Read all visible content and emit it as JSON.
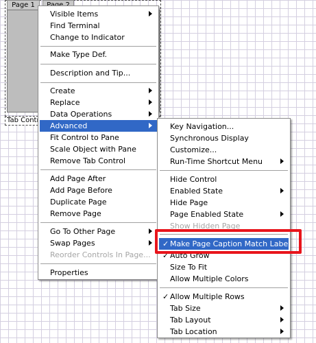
{
  "tab_control": {
    "tabs": [
      "Page 1",
      "Page 2"
    ],
    "label": "Tab Control"
  },
  "main_menu": {
    "items": [
      {
        "label": "Visible Items",
        "submenu": true
      },
      {
        "label": "Find Terminal"
      },
      {
        "label": "Change to Indicator"
      },
      {
        "label": "Make Type Def."
      },
      {
        "label": "Description and Tip..."
      },
      {
        "label": "Create",
        "submenu": true
      },
      {
        "label": "Replace",
        "submenu": true
      },
      {
        "label": "Data Operations",
        "submenu": true
      },
      {
        "label": "Advanced",
        "submenu": true,
        "highlighted": true
      },
      {
        "label": "Fit Control to Pane"
      },
      {
        "label": "Scale Object with Pane"
      },
      {
        "label": "Remove Tab Control"
      },
      {
        "label": "Add Page After"
      },
      {
        "label": "Add Page Before"
      },
      {
        "label": "Duplicate Page"
      },
      {
        "label": "Remove Page"
      },
      {
        "label": "Go To Other Page",
        "submenu": true
      },
      {
        "label": "Swap Pages",
        "submenu": true
      },
      {
        "label": "Reorder Controls In Page...",
        "disabled": true
      },
      {
        "label": "Properties"
      }
    ]
  },
  "advanced_menu": {
    "items": [
      {
        "label": "Key Navigation..."
      },
      {
        "label": "Synchronous Display"
      },
      {
        "label": "Customize..."
      },
      {
        "label": "Run-Time Shortcut Menu",
        "submenu": true
      },
      {
        "label": "Hide Control"
      },
      {
        "label": "Enabled State",
        "submenu": true
      },
      {
        "label": "Hide Page"
      },
      {
        "label": "Page Enabled State",
        "submenu": true
      },
      {
        "label": "Show Hidden Page",
        "disabled": true
      },
      {
        "label": "Make Page Caption Match Label",
        "checked": true,
        "highlighted": true
      },
      {
        "label": "Auto Grow",
        "checked": true
      },
      {
        "label": "Size To Fit"
      },
      {
        "label": "Allow Multiple Colors"
      },
      {
        "label": "Allow Multiple Rows",
        "checked": true
      },
      {
        "label": "Tab Size",
        "submenu": true
      },
      {
        "label": "Tab Layout",
        "submenu": true
      },
      {
        "label": "Tab Location",
        "submenu": true
      }
    ]
  },
  "check_glyph": "✓",
  "colors": {
    "highlight": "#3168c6",
    "callout": "#e8141b",
    "disabled_text": "#a6a6a6"
  }
}
